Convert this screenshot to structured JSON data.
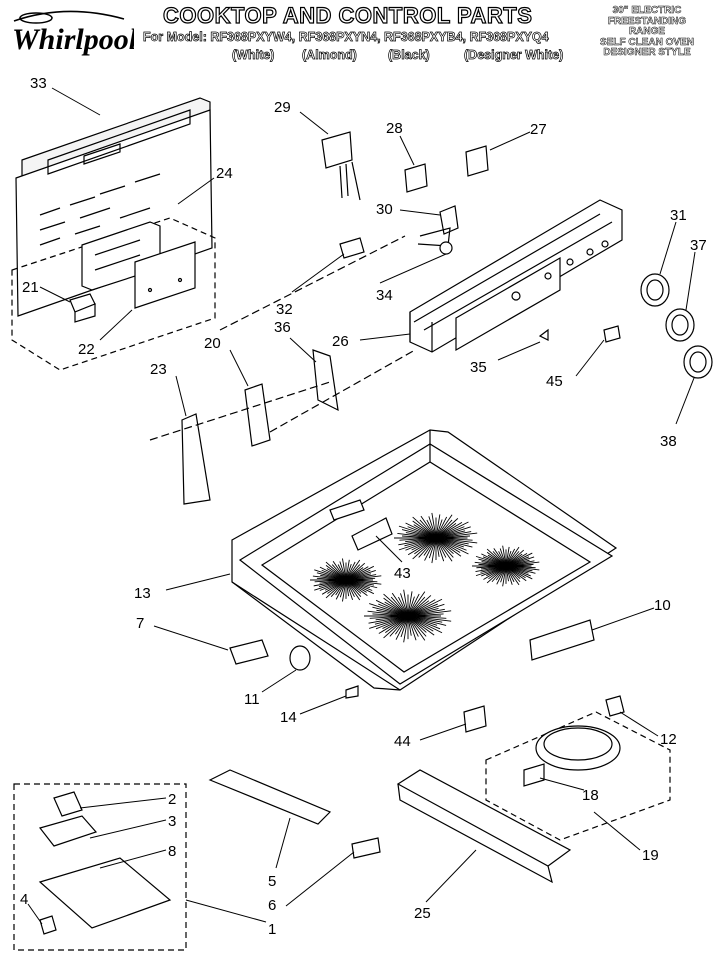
{
  "header": {
    "title": "COOKTOP AND CONTROL PARTS",
    "models": "For Model: RF368PXYW4, RF368PXYN4, RF368PXYB4, RF368PXYQ4",
    "colors": [
      "(White)",
      "(Almond)",
      "(Black)",
      "(Designer White)"
    ],
    "right_lines": [
      "30\" ELECTRIC",
      "FREESTANDING",
      "RANGE",
      "SELF CLEAN OVEN",
      "DESIGNER STYLE"
    ],
    "logo_text": "Whirlpool"
  },
  "callouts": [
    "33",
    "29",
    "28",
    "27",
    "24",
    "30",
    "31",
    "37",
    "21",
    "32",
    "34",
    "22",
    "36",
    "26",
    "20",
    "35",
    "45",
    "23",
    "38",
    "43",
    "13",
    "10",
    "7",
    "11",
    "14",
    "44",
    "12",
    "18",
    "2",
    "3",
    "8",
    "19",
    "5",
    "6",
    "25",
    "4",
    "1"
  ]
}
